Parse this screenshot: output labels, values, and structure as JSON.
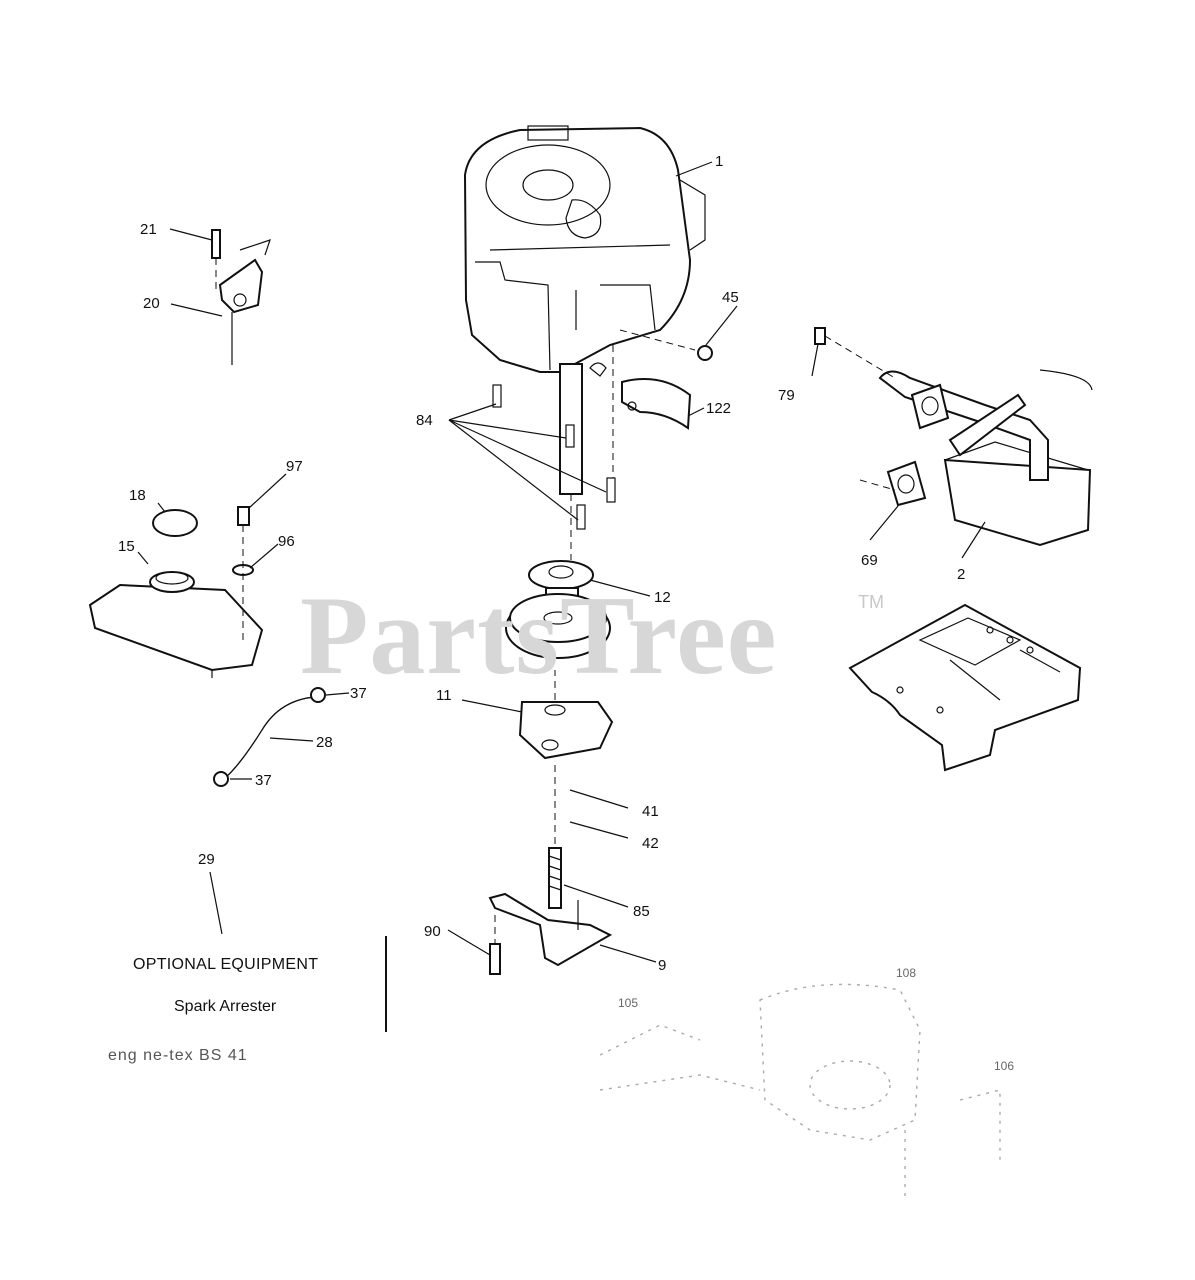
{
  "watermark": {
    "text": "PartsTree",
    "tm": "TM"
  },
  "optional_equipment": {
    "title": "OPTIONAL EQUIPMENT",
    "item": "Spark Arrester"
  },
  "caption": "eng ne-tex BS 41",
  "callouts": {
    "p1": "1",
    "p2": "2",
    "p9": "9",
    "p11": "11",
    "p12": "12",
    "p15": "15",
    "p18": "18",
    "p20": "20",
    "p21": "21",
    "p28": "28",
    "p29": "29",
    "p37a": "37",
    "p37b": "37",
    "p41": "41",
    "p42": "42",
    "p45": "45",
    "p69": "69",
    "p79": "79",
    "p84": "84",
    "p85": "85",
    "p90": "90",
    "p96": "96",
    "p97": "97",
    "p105": "105",
    "p106": "106",
    "p108": "108",
    "p122": "122"
  }
}
